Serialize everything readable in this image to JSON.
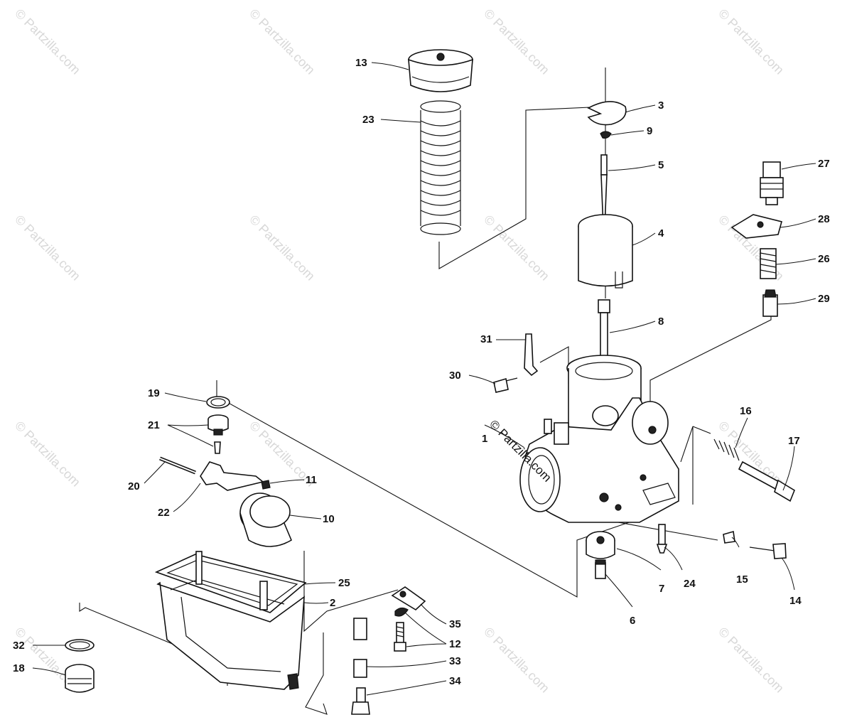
{
  "watermark": "© Partzilla.com",
  "body_watermark": "© Partzilla.com",
  "callouts": [
    {
      "id": "c1",
      "label": "1"
    },
    {
      "id": "c2",
      "label": "2"
    },
    {
      "id": "c3",
      "label": "3"
    },
    {
      "id": "c4",
      "label": "4"
    },
    {
      "id": "c5",
      "label": "5"
    },
    {
      "id": "c6",
      "label": "6"
    },
    {
      "id": "c7",
      "label": "7"
    },
    {
      "id": "c8",
      "label": "8"
    },
    {
      "id": "c9",
      "label": "9"
    },
    {
      "id": "c10",
      "label": "10"
    },
    {
      "id": "c11",
      "label": "11"
    },
    {
      "id": "c12",
      "label": "12"
    },
    {
      "id": "c13",
      "label": "13"
    },
    {
      "id": "c14",
      "label": "14"
    },
    {
      "id": "c15",
      "label": "15"
    },
    {
      "id": "c16",
      "label": "16"
    },
    {
      "id": "c17",
      "label": "17"
    },
    {
      "id": "c18",
      "label": "18"
    },
    {
      "id": "c19",
      "label": "19"
    },
    {
      "id": "c20",
      "label": "20"
    },
    {
      "id": "c21",
      "label": "21"
    },
    {
      "id": "c22",
      "label": "22"
    },
    {
      "id": "c23",
      "label": "23"
    },
    {
      "id": "c24",
      "label": "24"
    },
    {
      "id": "c25",
      "label": "25"
    },
    {
      "id": "c26",
      "label": "26"
    },
    {
      "id": "c27",
      "label": "27"
    },
    {
      "id": "c28",
      "label": "28"
    },
    {
      "id": "c29",
      "label": "29"
    },
    {
      "id": "c30",
      "label": "30"
    },
    {
      "id": "c31",
      "label": "31"
    },
    {
      "id": "c32",
      "label": "32"
    },
    {
      "id": "c33",
      "label": "33"
    },
    {
      "id": "c34",
      "label": "34"
    },
    {
      "id": "c35",
      "label": "35"
    }
  ]
}
